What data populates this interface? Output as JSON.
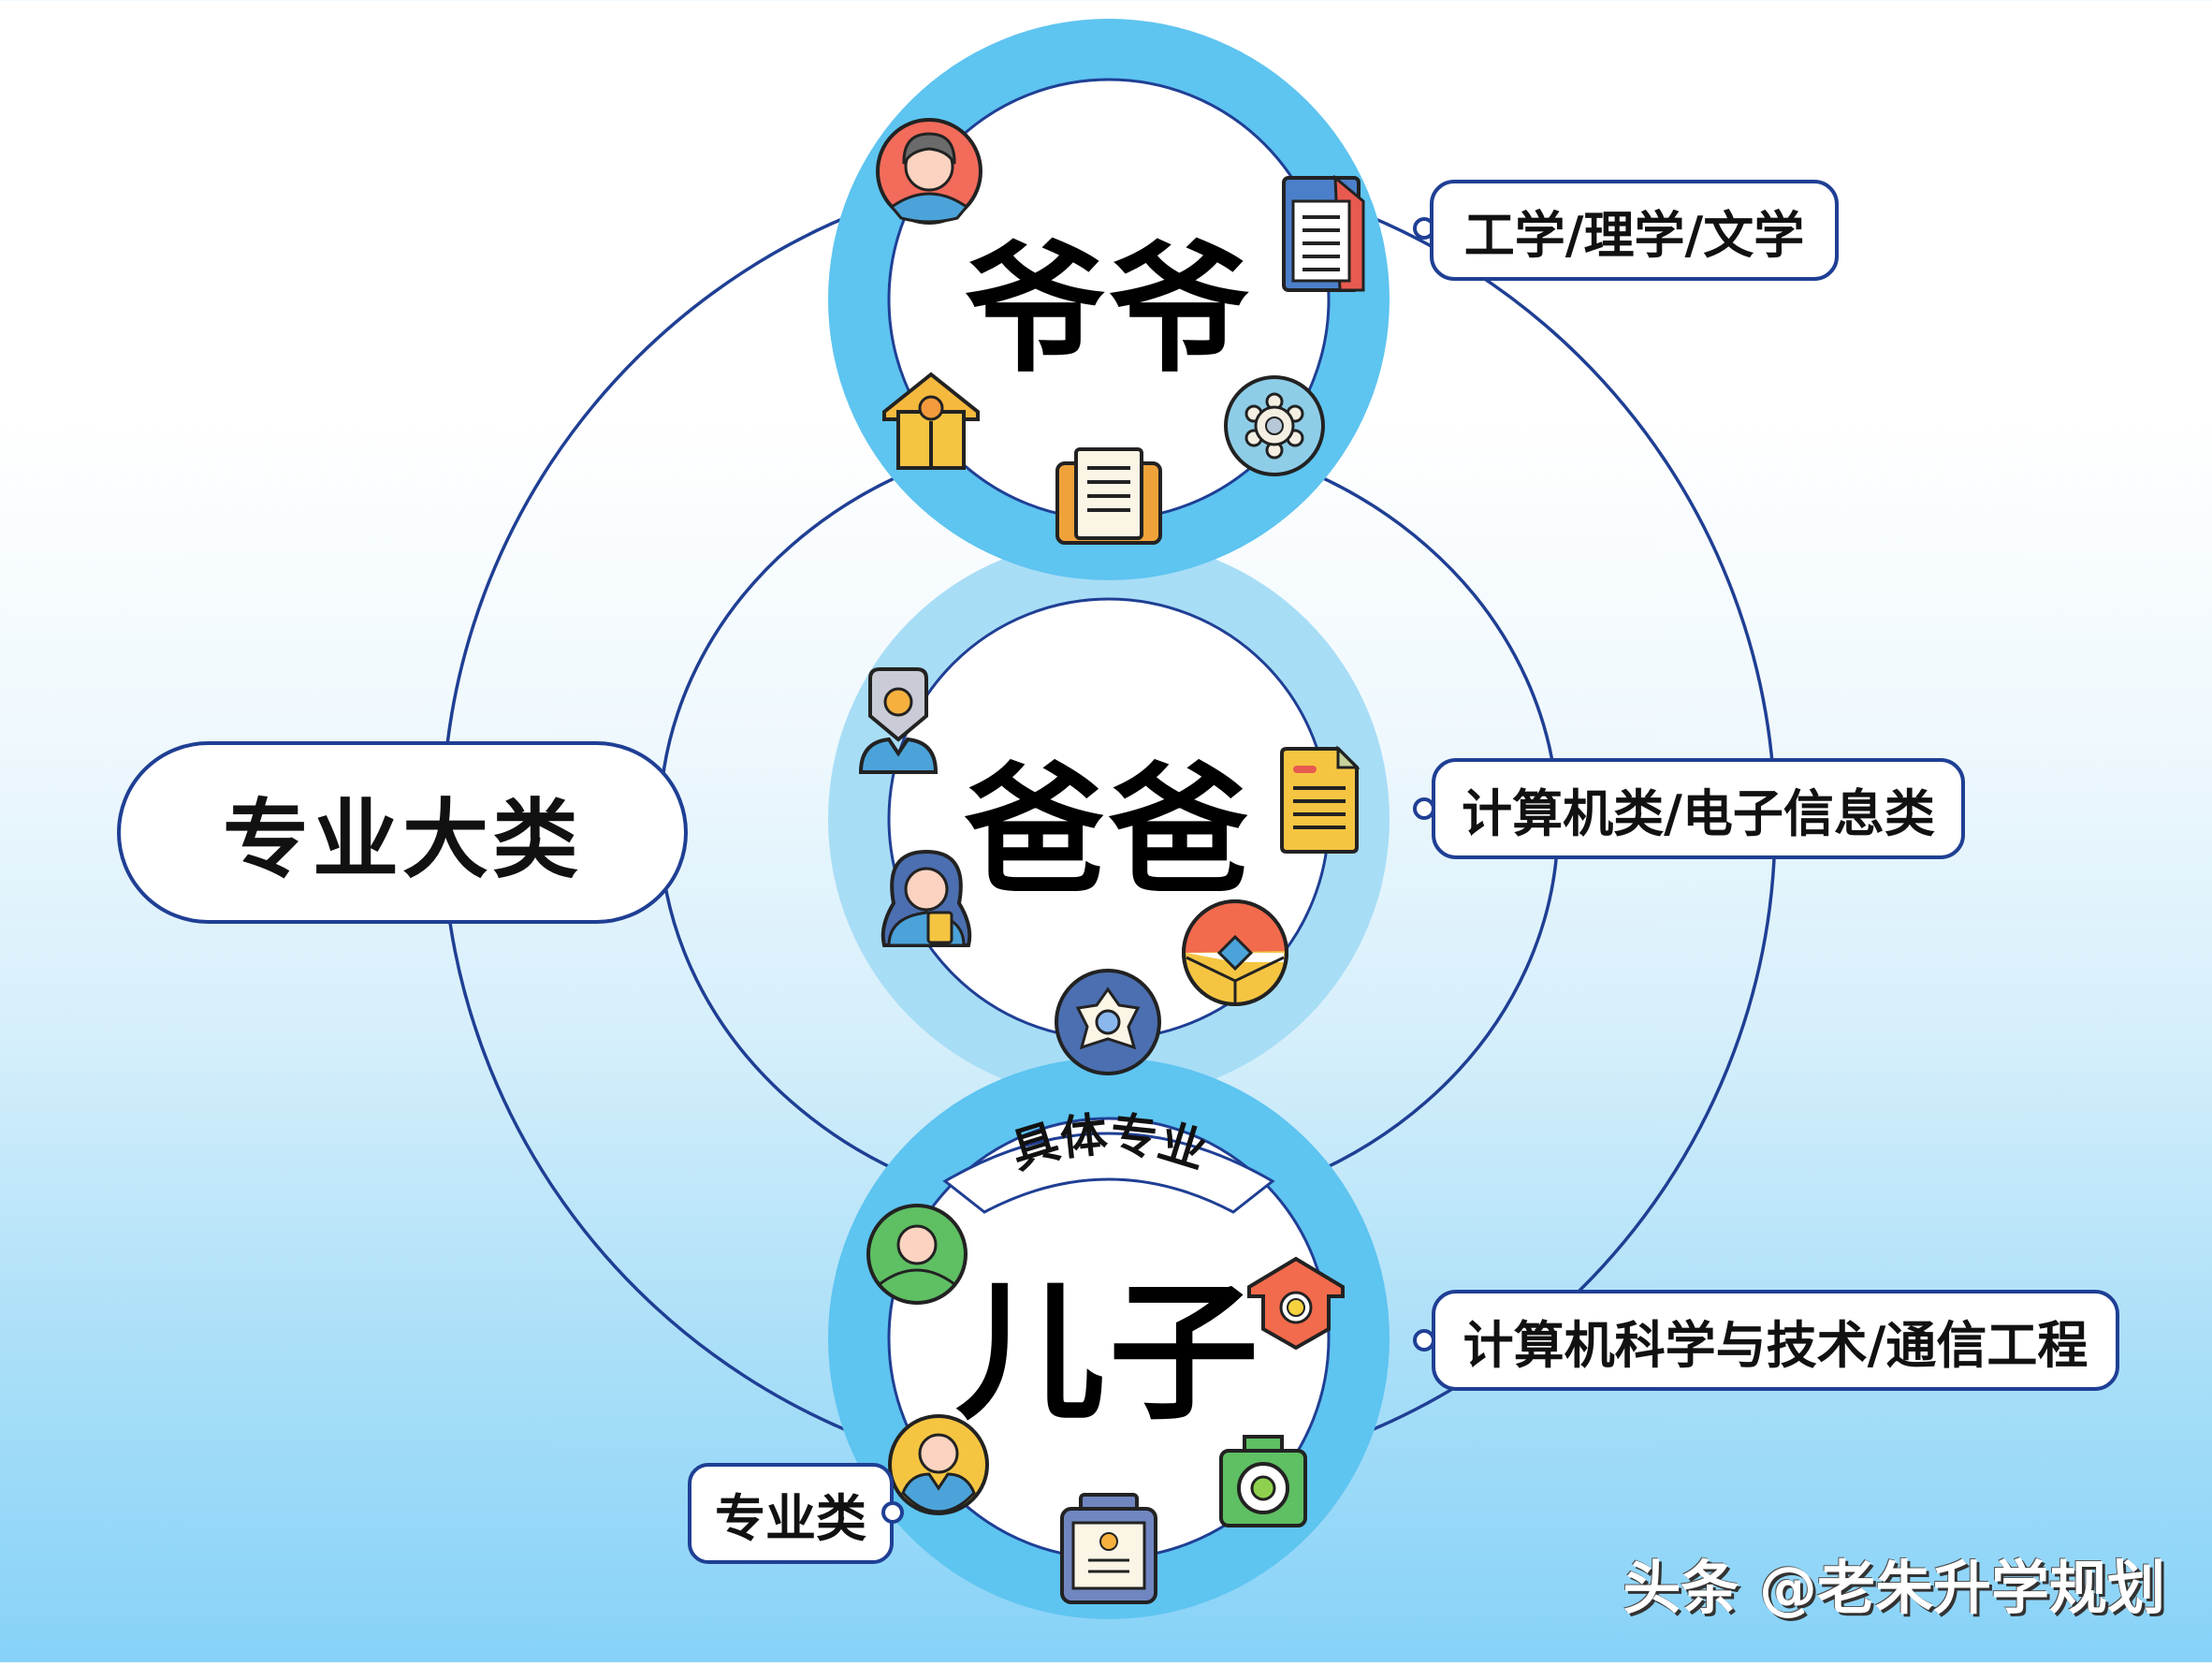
{
  "diagram": {
    "left_label": "专业大类",
    "sub_label": "专业类",
    "colors": {
      "line": "#1f3f94",
      "ring_strong": "#5ec4f0",
      "ring_light": "#a8ddf6",
      "white": "#ffffff"
    },
    "nodes": [
      {
        "id": "grandpa",
        "title": "爷爷",
        "side_label": "工学/理学/文学",
        "icons": [
          "person-avatar-icon",
          "document-icon",
          "house-icon",
          "gear-icon",
          "book-icon"
        ]
      },
      {
        "id": "father",
        "title": "爸爸",
        "side_label": "计算机类/电子信息类",
        "icons": [
          "id-badge-person-icon",
          "document-icon",
          "woman-with-cup-icon",
          "emblem-icon",
          "star-badge-icon"
        ]
      },
      {
        "id": "son",
        "title": "儿子",
        "arc_label": "具体专业",
        "side_label": "计算机科学与技术/通信工程",
        "icons": [
          "person-avatar-green-icon",
          "hexagon-house-icon",
          "person-avatar-yellow-icon",
          "camera-icon",
          "id-card-icon"
        ]
      }
    ]
  },
  "watermark": "头条 @老朱升学规划"
}
